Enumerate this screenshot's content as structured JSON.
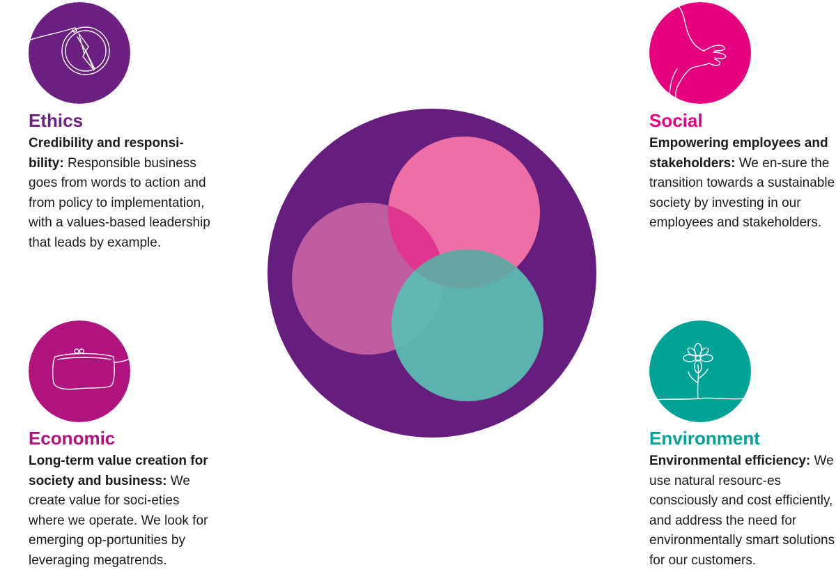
{
  "colors": {
    "ethics": "#6b1f80",
    "social": "#e6007e",
    "economic": "#b0127e",
    "environment": "#00a396",
    "outer": "#651e7e",
    "pink_circle": "#ee6fa6",
    "mauve_circle": "#c862a3",
    "teal_circle": "#5bbfb3"
  },
  "pillars": {
    "ethics": {
      "icon": "compass-icon",
      "title": "Ethics",
      "lead": "Credibility and responsi-bility:",
      "body": " Responsible business goes from words to action and from policy to implementation, with a values-based leadership that leads by example."
    },
    "social": {
      "icon": "hand-icon",
      "title": "Social",
      "lead": "Empowering employees and stakeholders:",
      "body": " We en-sure the transition towards a sustainable society by investing in our employees and stakeholders."
    },
    "economic": {
      "icon": "purse-icon",
      "title": "Economic",
      "lead": "Long-term value creation for society and business:",
      "body": " We create value for soci-eties where we operate. We look for emerging op-portunities by leveraging megatrends."
    },
    "environment": {
      "icon": "flower-icon",
      "title": "Environment",
      "lead": "Environmental efficiency:",
      "body": " We use natural resourc-es consciously and cost efficiently, and address the need for environmentally smart solutions for our customers."
    }
  }
}
